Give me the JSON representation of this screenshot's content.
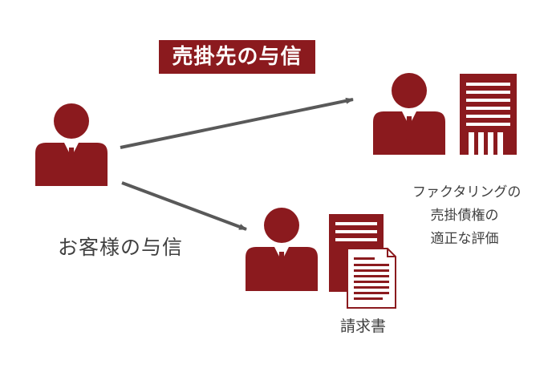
{
  "title": {
    "text": "売掛先の与信"
  },
  "labels": {
    "customer_credit": "お客様の与信",
    "factoring_lines": [
      "ファクタリングの",
      "売掛債権の",
      "適正な評価"
    ],
    "invoice": "請求書"
  },
  "colors": {
    "accent": "#8b1a1e",
    "arrow": "#595959",
    "text": "#404040",
    "background": "#ffffff"
  },
  "icons": [
    "person-icon",
    "building-icon",
    "document-icon",
    "arrow-icon"
  ]
}
